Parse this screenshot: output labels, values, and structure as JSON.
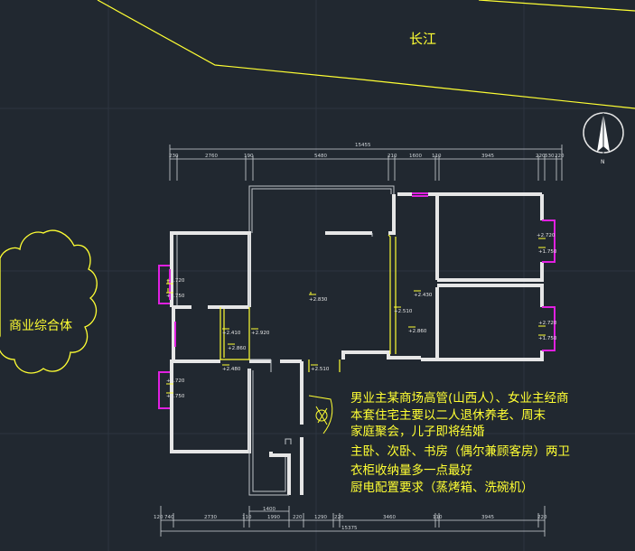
{
  "labels": {
    "river": "长江",
    "complex": "商业综合体",
    "north": "N"
  },
  "colors": {
    "background": "#212830",
    "wall": "#e6e6e6",
    "annotation": "#ffff33",
    "window": "#e020e0",
    "grid": "#3a4452"
  },
  "dims": {
    "top_total": "15455",
    "top": [
      "230",
      "2760",
      "190",
      "5480",
      "210",
      "1600",
      "110",
      "3945",
      "220",
      "530",
      "220"
    ],
    "bottom_total": "15375",
    "bottom": [
      "120",
      "740",
      "2730",
      "110",
      "1990",
      "220",
      "1290",
      "220",
      "3460",
      "110",
      "3945",
      "220"
    ],
    "bottom_extra": "1400"
  },
  "elevations": {
    "e1": "+2.720",
    "e2": "+1.750",
    "e3": "+2.830",
    "e4": "+2.430",
    "e5": "+2.510",
    "e6": "+2.860",
    "e7": "+2.720",
    "e8": "+1.750",
    "e9": "+2.720",
    "e10": "+1.750",
    "e11": "+2.410",
    "e12": "+2.860",
    "e13": "+2.920",
    "e14": "+2.480",
    "e15": "+2.510",
    "e16": "+2.720",
    "e17": "+1.750"
  },
  "notes": [
    "男业主某商场高管(山西人）、女业主经商",
    "本套住宅主要以二人退休养老、周末",
    "家庭聚会，儿子即将结婚",
    "主卧、次卧、书房（偶尔兼顾客房）两卫",
    "衣柜收纳量多一点最好",
    "厨电配置要求（蒸烤箱、洗碗机）"
  ]
}
